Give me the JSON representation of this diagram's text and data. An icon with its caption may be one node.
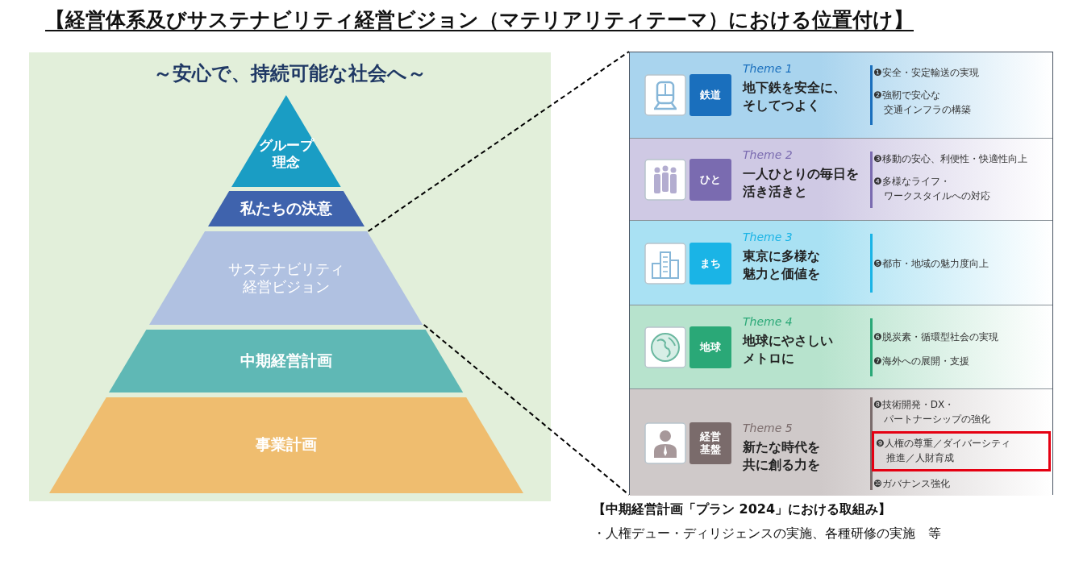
{
  "diagram": {
    "title": "【経営体系及びサステナビリティ経営ビジョン（マテリアリティテーマ）における位置付け】",
    "nodes": [
      {
        "text": [
          "～安心で、持続可能な社会へ～"
        ]
      },
      {
        "text": [
          "グループ理念"
        ],
        "in": 0
      },
      {
        "text": [
          "私たちの決意"
        ],
        "in": 0
      },
      {
        "text": [
          "サステナビリティ経営ビジョン"
        ],
        "in": 0
      },
      {
        "text": [
          "中期経営計画"
        ],
        "in": 0
      },
      {
        "text": [
          "事業計画"
        ],
        "in": 0
      },
      {
        "text": [],
        "shape": "box"
      },
      {
        "text": [
          "Theme 1",
          "地下鉄を安全に、そしてつよく",
          "❶安全・安定輸送の実現",
          "❷強靭で安心な交通インフラの構築"
        ],
        "in": 6
      },
      {
        "text": [
          "鉄道"
        ],
        "in": 7
      },
      {
        "text": [
          "Theme 2",
          "一人ひとりの毎日を活き活きと",
          "❸移動の安心、利便性・快適性向上",
          "❹多様なライフ・ワークスタイルへの対応"
        ],
        "in": 6
      },
      {
        "text": [
          "ひと"
        ],
        "in": 9
      },
      {
        "text": [
          "Theme 3",
          "東京に多様な魅力と価値を",
          "❺都市・地域の魅力度向上"
        ],
        "in": 6
      },
      {
        "text": [
          "まち"
        ],
        "in": 11
      },
      {
        "text": [
          "Theme 4",
          "地球にやさしいメトロに",
          "❻脱炭素・循環型社会の実現",
          "❼海外への展開・支援"
        ],
        "in": 6
      },
      {
        "text": [
          "地球"
        ],
        "in": 13
      },
      {
        "text": [
          "Theme 5",
          "新たな時代を共に創る力を",
          "❽技術開発・DX・パートナーシップの強化",
          "❿ガバナンス強化"
        ],
        "in": 6
      },
      {
        "text": [
          "経営基盤"
        ],
        "in": 15
      },
      {
        "text": [
          "❾人権の尊重／ダイバーシティ推進／人財育成"
        ],
        "in": 15
      }
    ],
    "edges": [
      {
        "from": 3,
        "to": 6,
        "arrow": "none",
        "style": "dashed"
      },
      {
        "from": 3,
        "to": 6,
        "arrow": "none",
        "style": "dashed"
      }
    ],
    "labels": [
      "【中期経営計画「プラン 2024」における取組み】",
      "・人権デュー・ディリジェンスの実施、各種研修の実施　等"
    ]
  }
}
